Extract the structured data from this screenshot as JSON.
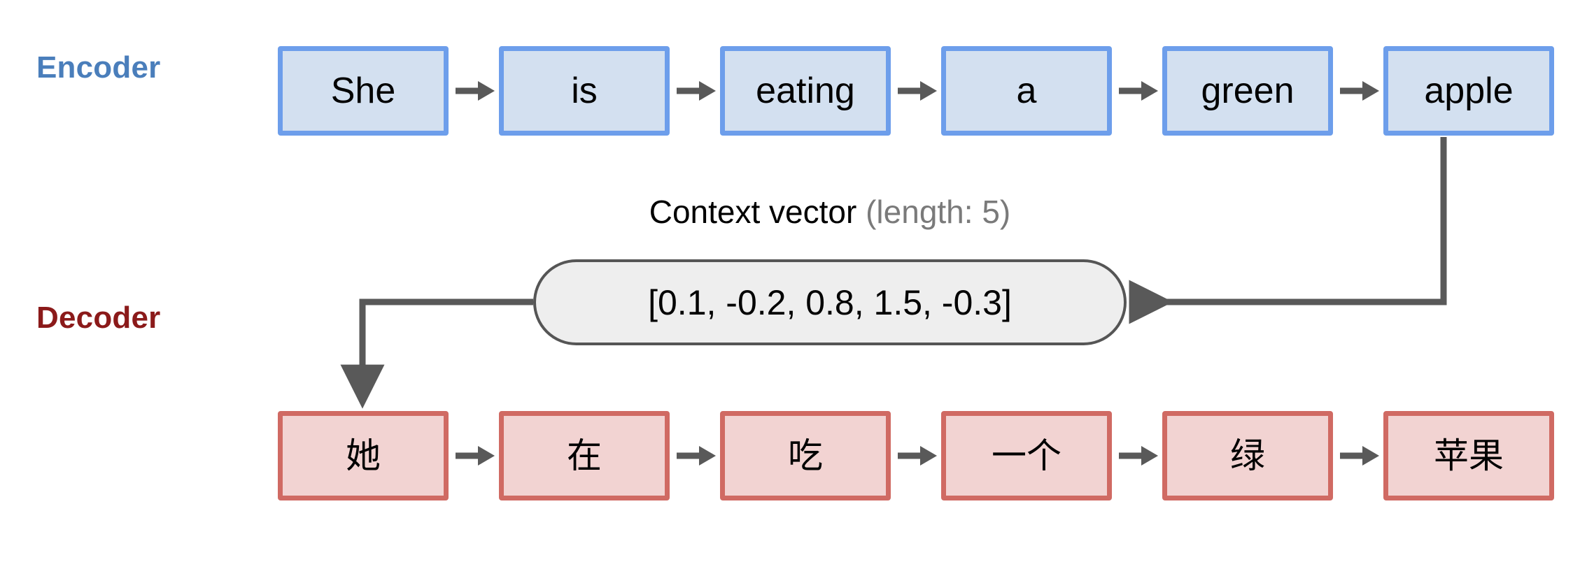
{
  "diagram": {
    "title": "Sequence-to-sequence encoder decoder with context vector",
    "background": "#ffffff"
  },
  "encoder": {
    "label": "Encoder",
    "label_color": "#4a7ebb",
    "box_fill": "#d3e0f0",
    "box_border": "#6d9eeb",
    "tokens": [
      {
        "text": "She"
      },
      {
        "text": "is"
      },
      {
        "text": "eating"
      },
      {
        "text": "a"
      },
      {
        "text": "green"
      },
      {
        "text": "apple"
      }
    ]
  },
  "decoder": {
    "label": "Decoder",
    "label_color": "#8b1a1a",
    "box_fill": "#f2d3d2",
    "box_border": "#d06a63",
    "tokens": [
      {
        "text": "她"
      },
      {
        "text": "在"
      },
      {
        "text": "吃"
      },
      {
        "text": "一个"
      },
      {
        "text": "绿"
      },
      {
        "text": "苹果"
      }
    ]
  },
  "context": {
    "caption_main": "Context vector ",
    "caption_note": "(length: 5)",
    "caption_note_color": "#7a7a7a",
    "value_text": "[0.1, -0.2, 0.8, 1.5, -0.3]",
    "values": [
      0.1,
      -0.2,
      0.8,
      1.5,
      -0.3
    ],
    "length": 5,
    "fill": "#eeeeee",
    "border": "#555555"
  },
  "connectors": {
    "color": "#595959",
    "from_encoder_note": "apple to context vector",
    "to_decoder_note": "context vector to 她"
  }
}
